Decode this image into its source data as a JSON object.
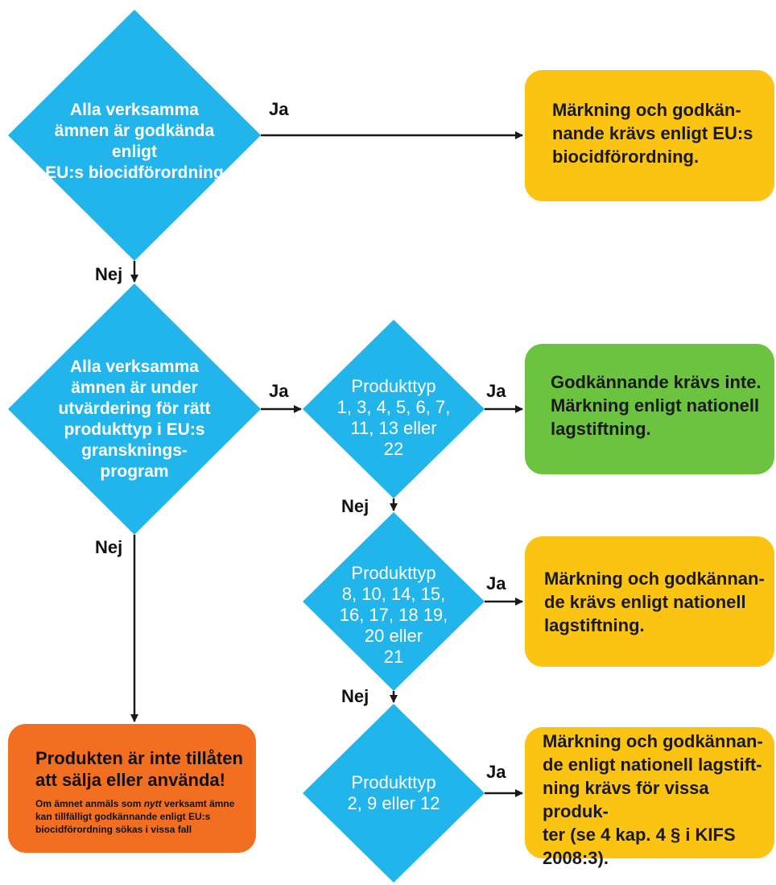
{
  "colors": {
    "diamond": "#22b5ec",
    "yellow_box": "#fbc312",
    "green_box": "#6cc33f",
    "orange_box": "#f26f21",
    "arrow": "#1a1a1a"
  },
  "decisions": {
    "d1": "Alla verksamma\nämnen är godkända enligt\nEU:s biocidförordning",
    "d2": "Alla verksamma\nämnen är under\nutvärdering för rätt\nprodukttyp i EU:s\ngransknings-\nprogram",
    "d3": "Produkttyp\n1, 3, 4, 5, 6, 7,\n11, 13 eller\n22",
    "d4": "Produkttyp\n8, 10, 14, 15,\n16, 17, 18 19,\n20 eller\n21",
    "d5": "Produkttyp\n2, 9 eller 12"
  },
  "outcomes": {
    "o1": "Märkning och godkän-\nnande krävs enligt EU:s\nbiocidförordning.",
    "o2": "Godkännande krävs inte.\nMärkning enligt nationell\nlagstiftning.",
    "o3": "Märkning och godkännan-\nde krävs enligt nationell\nlagstiftning.",
    "o4": "Märkning och godkännan-\nde enligt nationell lagstift-\nning krävs för vissa produk-\nter (se 4 kap. 4 § i KIFS\n2008:3).",
    "not_allowed_title": "Produkten är inte tillåten\natt sälja eller använda!",
    "not_allowed_note_pre": "Om ämnet anmäls som ",
    "not_allowed_note_em": "nytt",
    "not_allowed_note_post": " verksamt ämne kan tillfälligt godkännande enligt EU:s biocidförordning sökas i vissa fall"
  },
  "labels": {
    "yes": "Ja",
    "no": "Nej"
  }
}
